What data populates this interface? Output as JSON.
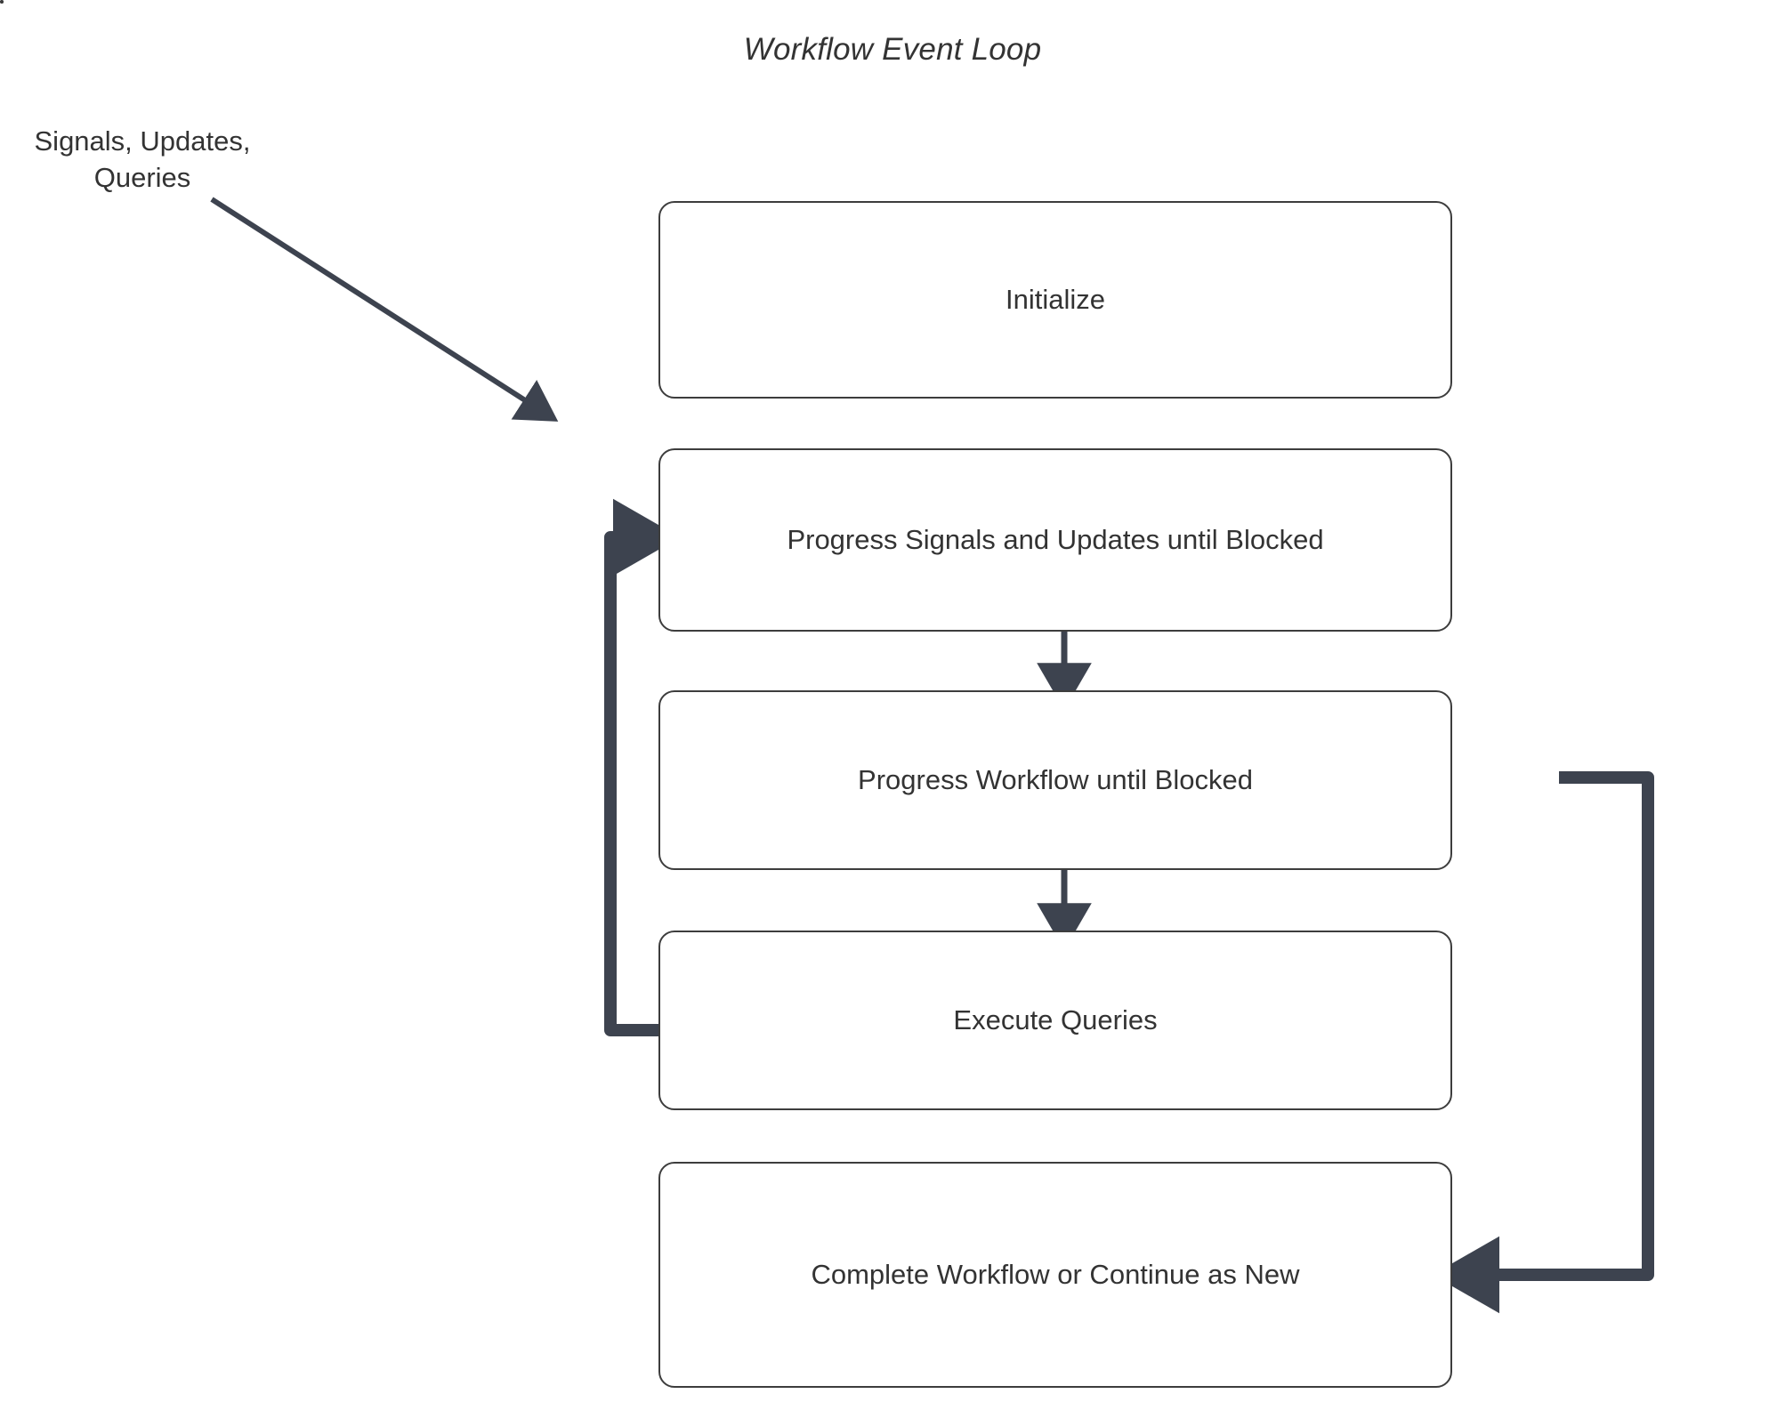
{
  "diagram": {
    "title": "Workflow Event Loop",
    "type": "flowchart",
    "external_input_label": "Signals, Updates,\nQueries",
    "colors": {
      "node_border": "#3d3d3d",
      "node_fill": "#ffffff",
      "text": "#333333",
      "thin_arrow": "#3d434f",
      "thick_loop_arrow": "#3d434f",
      "dashed_container_border": "#3d3d3d",
      "background": "#ffffff"
    },
    "nodes": [
      {
        "id": "initialize",
        "label": "Initialize"
      },
      {
        "id": "progress-signals-updates",
        "label": "Progress Signals and Updates until Blocked"
      },
      {
        "id": "progress-workflow",
        "label": "Progress Workflow until Blocked"
      },
      {
        "id": "execute-queries",
        "label": "Execute Queries"
      },
      {
        "id": "complete-workflow",
        "label": "Complete Workflow or Continue as New"
      }
    ],
    "container": {
      "id": "event-loop-container",
      "style": "dashed",
      "label": ""
    },
    "edges": [
      {
        "from": "external-input",
        "to": "event-loop-container",
        "style": "diagonal-thin-arrow"
      },
      {
        "from": "progress-signals-updates",
        "to": "progress-workflow",
        "style": "vertical-thin-arrow"
      },
      {
        "from": "progress-workflow",
        "to": "execute-queries",
        "style": "vertical-thin-arrow"
      },
      {
        "from": "execute-queries",
        "to": "progress-signals-updates",
        "style": "thick-loop-back-left"
      },
      {
        "from": "event-loop-container",
        "to": "complete-workflow",
        "style": "thick-loop-right"
      }
    ]
  }
}
